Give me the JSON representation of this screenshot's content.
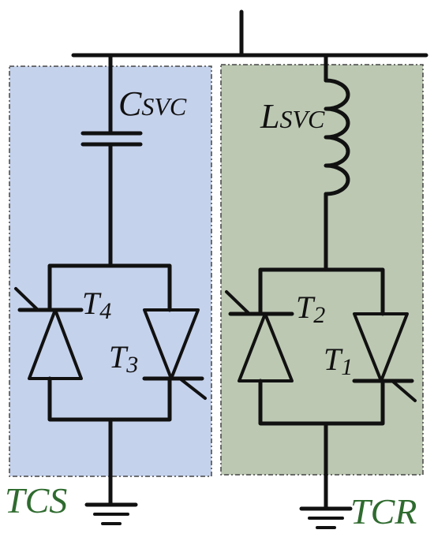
{
  "labels": {
    "capacitor": {
      "main": "C",
      "sub": "SVC"
    },
    "inductor": {
      "main": "L",
      "sub": "SVC"
    },
    "t4": {
      "main": "T",
      "sub": "4"
    },
    "t3": {
      "main": "T",
      "sub": "3"
    },
    "t2": {
      "main": "T",
      "sub": "2"
    },
    "t1": {
      "main": "T",
      "sub": "1"
    },
    "tcs": "TCS",
    "tcr": "TCR"
  },
  "colors": {
    "left_box_fill": "#c5d2ec",
    "right_box_fill": "#bcc8b2",
    "box_border": "#444444",
    "wire": "#111111",
    "label_green": "#2f6b2f"
  }
}
